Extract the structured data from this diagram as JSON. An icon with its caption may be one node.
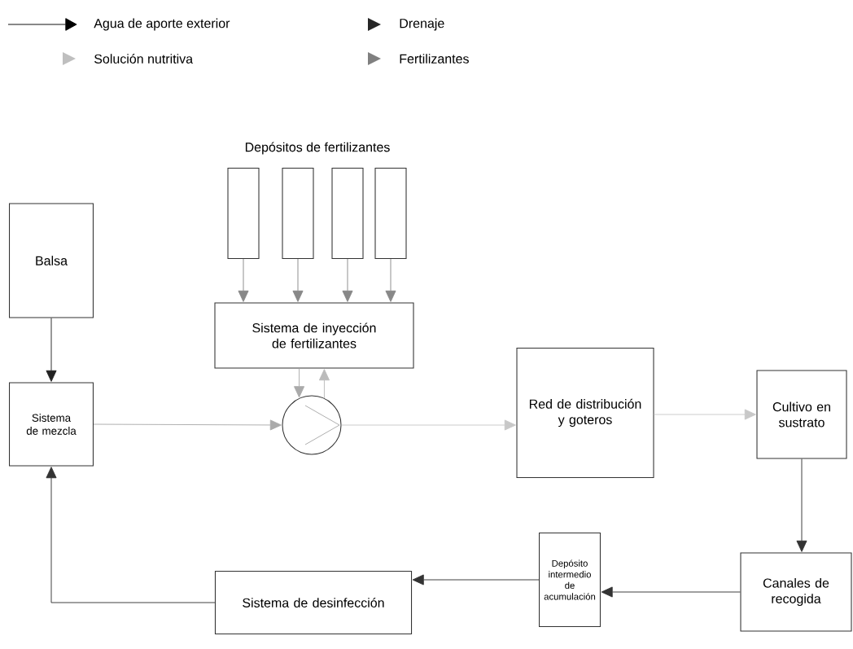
{
  "diagram": {
    "nodes": [
      {
        "text": [
          "Balsa"
        ]
      },
      {
        "text": [],
        "shape": "box"
      },
      {
        "text": [],
        "shape": "box"
      },
      {
        "text": [],
        "shape": "box"
      },
      {
        "text": [],
        "shape": "box"
      },
      {
        "text": [
          "Sistema de inyección de fertilizantes"
        ]
      },
      {
        "text": [
          "Sistema de mezcla"
        ]
      },
      {
        "text": [],
        "shape": "circle"
      },
      {
        "text": [
          "Red de distribución y goteros"
        ]
      },
      {
        "text": [
          "Cultivo en sustrato"
        ]
      },
      {
        "text": [
          "Canales de recogida"
        ]
      },
      {
        "text": [
          "Depósito intermedio de acumulación"
        ]
      },
      {
        "text": [
          "Sistema de desinfección"
        ]
      }
    ],
    "edges": [
      {
        "from": 0,
        "to": 6,
        "arrow": "to",
        "color": "#222222"
      },
      {
        "from": 1,
        "to": 5,
        "arrow": "to",
        "color": "#888888"
      },
      {
        "from": 2,
        "to": 5,
        "arrow": "to",
        "color": "#888888"
      },
      {
        "from": 3,
        "to": 5,
        "arrow": "to",
        "color": "#888888"
      },
      {
        "from": 4,
        "to": 5,
        "arrow": "to",
        "color": "#888888"
      },
      {
        "from": 6,
        "to": 7,
        "arrow": "to",
        "color": "#aaaaaa"
      },
      {
        "from": 5,
        "to": 7,
        "arrow": "to",
        "color": "#aaaaaa"
      },
      {
        "from": 7,
        "to": 5,
        "arrow": "to",
        "color": "#bbbbbb"
      },
      {
        "from": 7,
        "to": 8,
        "arrow": "to",
        "color": "#c8c8c8"
      },
      {
        "from": 8,
        "to": 9,
        "arrow": "to",
        "color": "#c8c8c8"
      },
      {
        "from": 9,
        "to": 10,
        "arrow": "to",
        "color": "#333333"
      },
      {
        "from": 10,
        "to": 11,
        "arrow": "to",
        "color": "#333333"
      },
      {
        "from": 11,
        "to": 12,
        "arrow": "to",
        "color": "#333333"
      },
      {
        "from": 12,
        "to": 6,
        "arrow": "to",
        "color": "#333333"
      }
    ],
    "labels": [
      "Depósitos de fertilizantes"
    ],
    "legend": [
      {
        "text": "Agua de aporte exterior"
      },
      {
        "text": "Drenaje"
      },
      {
        "text": "Solución nutritiva"
      },
      {
        "text": "Fertilizantes"
      }
    ]
  }
}
